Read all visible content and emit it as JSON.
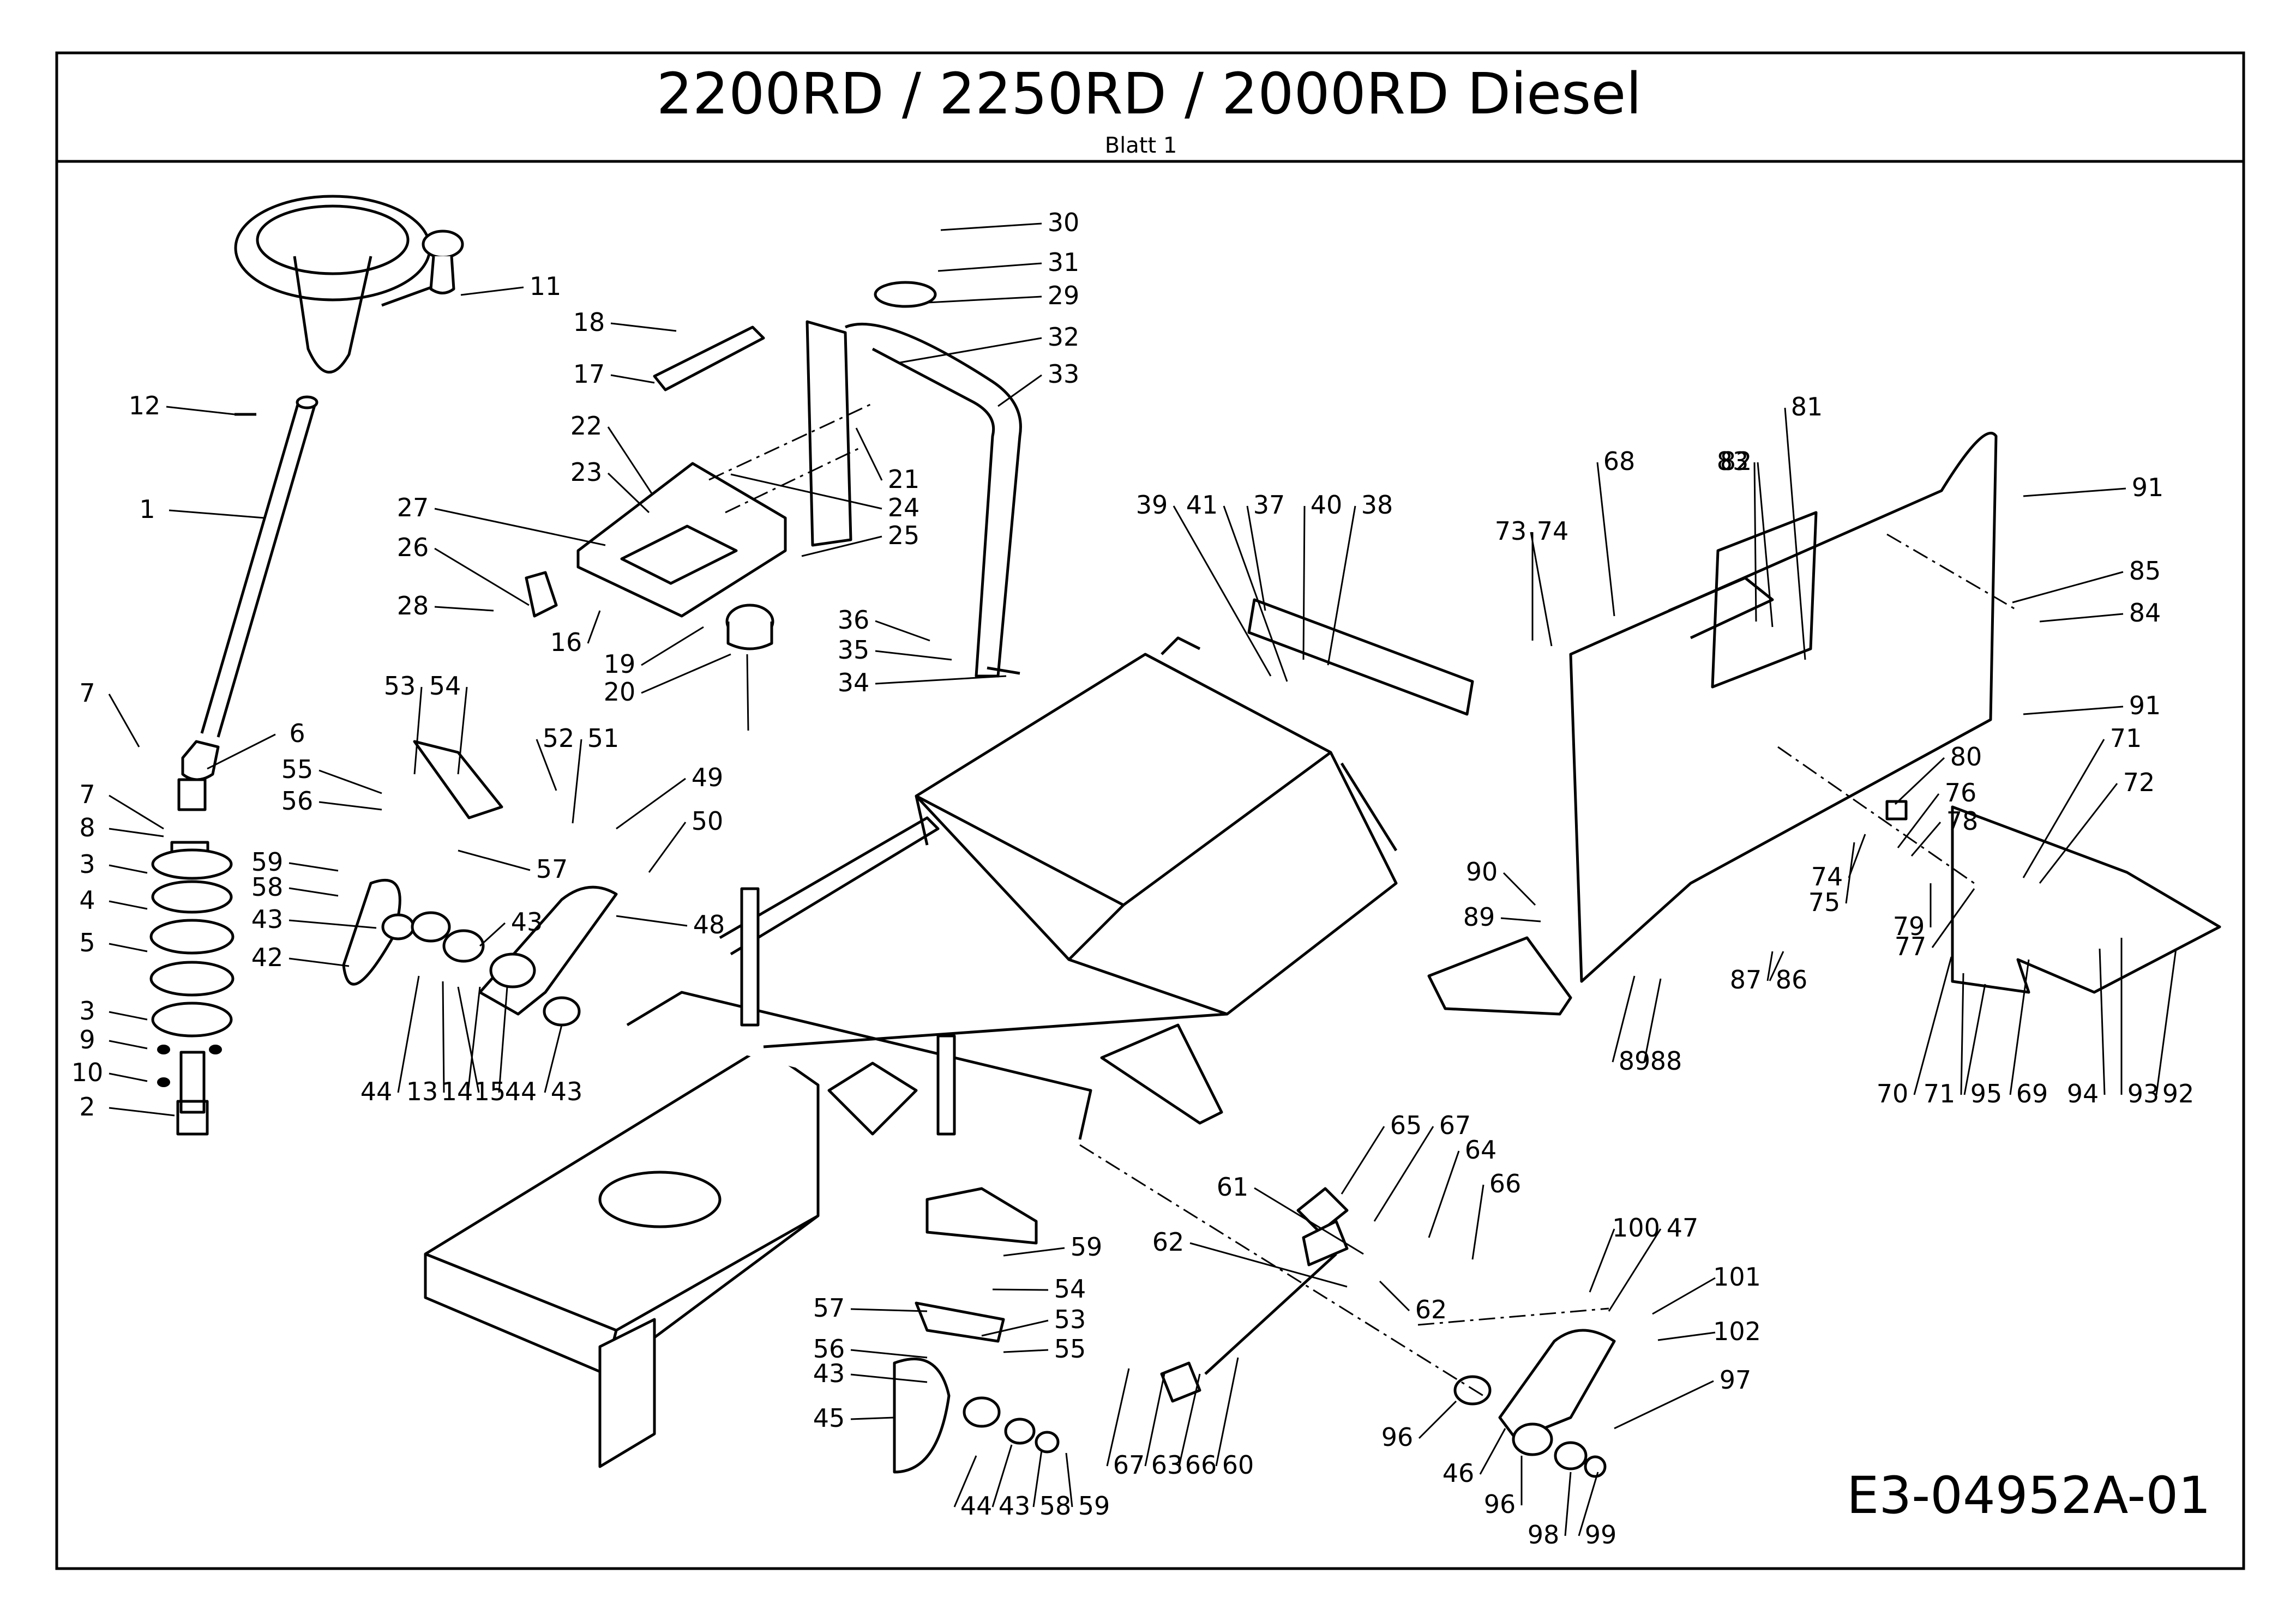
{
  "header": {
    "title": "2200RD /  2250RD /  2000RD Diesel",
    "subtitle": "Blatt 1"
  },
  "document_number": "E3-04952A-01",
  "part_labels": [
    "30",
    "31",
    "29",
    "32",
    "33",
    "11",
    "18",
    "17",
    "12",
    "1",
    "22",
    "23",
    "21",
    "24",
    "27",
    "25",
    "26",
    "28",
    "16",
    "19",
    "20",
    "36",
    "35",
    "34",
    "39",
    "41",
    "37",
    "40",
    "38",
    "68",
    "73",
    "74",
    "83",
    "82",
    "81",
    "91",
    "85",
    "84",
    "91",
    "7",
    "6",
    "55",
    "56",
    "53",
    "54",
    "52",
    "51",
    "49",
    "50",
    "57",
    "7",
    "8",
    "3",
    "4",
    "5",
    "3",
    "9",
    "10",
    "2",
    "59",
    "58",
    "43",
    "42",
    "43",
    "48",
    "44",
    "13",
    "14",
    "15",
    "44",
    "43",
    "80",
    "76",
    "78",
    "71",
    "72",
    "74",
    "75",
    "79",
    "77",
    "90",
    "89",
    "87",
    "86",
    "89",
    "88",
    "70",
    "71",
    "95",
    "69",
    "94",
    "93",
    "92",
    "65",
    "67",
    "64",
    "66",
    "61",
    "62",
    "62",
    "59",
    "54",
    "57",
    "53",
    "56",
    "55",
    "43",
    "45",
    "44",
    "43",
    "58",
    "59",
    "67",
    "63",
    "66",
    "60",
    "100",
    "47",
    "101",
    "102",
    "97",
    "96",
    "46",
    "96",
    "98",
    "99"
  ]
}
